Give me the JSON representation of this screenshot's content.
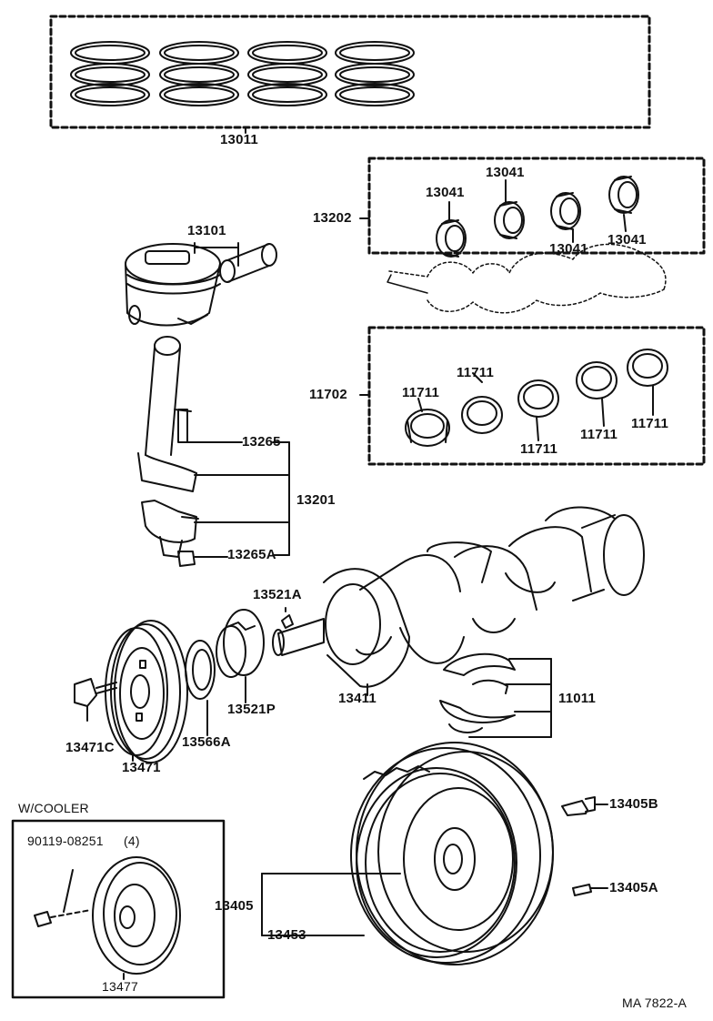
{
  "labels": {
    "piston_ring_set": "13011",
    "bearing_upper_1": "13041",
    "bearing_upper_2": "13041",
    "bearing_upper_3": "13041",
    "bearing_upper_4": "13041",
    "bearing_upper_set": "13202",
    "piston": "13101",
    "bolt": "13265",
    "conrod_assy": "13201",
    "nut": "13265A",
    "bearing_lower_1": "11711",
    "bearing_lower_2": "11711",
    "bearing_lower_3": "11711",
    "bearing_lower_4": "11711",
    "bearing_lower_5": "11711",
    "bearing_lower_set": "11702",
    "key": "13521A",
    "crank_gear": "13521P",
    "crankshaft": "13411",
    "thrust_washer": "11011",
    "pulley_bolt": "13471C",
    "pulley": "13471",
    "oil_slinger": "13566A",
    "flywheel_bolt": "13405B",
    "flywheel_pin": "13405A",
    "flywheel": "13405",
    "ring_gear": "13453",
    "cooler_title": "W/COOLER",
    "cooler_bolt": "90119-08251",
    "cooler_bolt_qty": "(4)",
    "cooler_pulley": "13477",
    "figure_id": "MA 7822-A"
  }
}
